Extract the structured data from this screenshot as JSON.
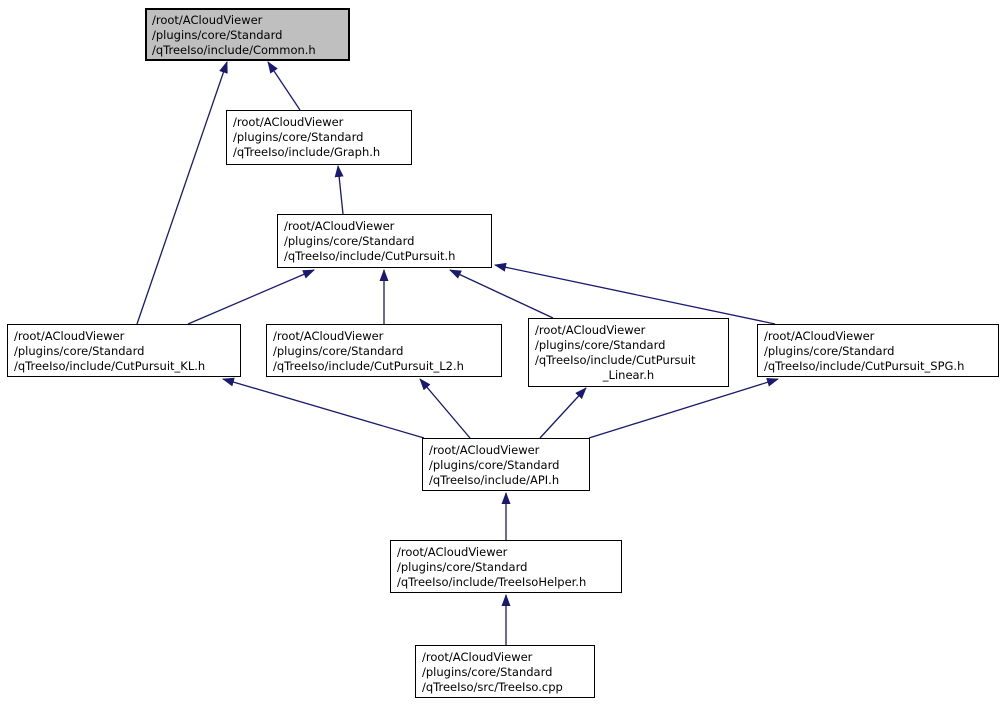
{
  "graph": {
    "type": "include-dependency-graph",
    "edge_color": "#191970",
    "node_border_color": "#000000",
    "node_fill": "#ffffff",
    "highlight_fill": "#bfbfbf",
    "nodes": [
      {
        "id": "common-h",
        "highlighted": true,
        "lines": [
          "/root/ACloudViewer",
          "/plugins/core/Standard",
          "/qTreeIso/include/Common.h"
        ]
      },
      {
        "id": "graph-h",
        "highlighted": false,
        "lines": [
          "/root/ACloudViewer",
          "/plugins/core/Standard",
          "/qTreeIso/include/Graph.h"
        ]
      },
      {
        "id": "cutpursuit-h",
        "highlighted": false,
        "lines": [
          "/root/ACloudViewer",
          "/plugins/core/Standard",
          "/qTreeIso/include/CutPursuit.h"
        ]
      },
      {
        "id": "cutpursuit-kl-h",
        "highlighted": false,
        "lines": [
          "/root/ACloudViewer",
          "/plugins/core/Standard",
          "/qTreeIso/include/CutPursuit_KL.h"
        ]
      },
      {
        "id": "cutpursuit-l2-h",
        "highlighted": false,
        "lines": [
          "/root/ACloudViewer",
          "/plugins/core/Standard",
          "/qTreeIso/include/CutPursuit_L2.h"
        ]
      },
      {
        "id": "cutpursuit-linear-h",
        "highlighted": false,
        "lines": [
          "/root/ACloudViewer",
          "/plugins/core/Standard",
          "/qTreeIso/include/CutPursuit",
          "_Linear.h"
        ]
      },
      {
        "id": "cutpursuit-spg-h",
        "highlighted": false,
        "lines": [
          "/root/ACloudViewer",
          "/plugins/core/Standard",
          "/qTreeIso/include/CutPursuit_SPG.h"
        ]
      },
      {
        "id": "api-h",
        "highlighted": false,
        "lines": [
          "/root/ACloudViewer",
          "/plugins/core/Standard",
          "/qTreeIso/include/API.h"
        ]
      },
      {
        "id": "treeisohelper-h",
        "highlighted": false,
        "lines": [
          "/root/ACloudViewer",
          "/plugins/core/Standard",
          "/qTreeIso/include/TreeIsoHelper.h"
        ]
      },
      {
        "id": "treeiso-cpp",
        "highlighted": false,
        "lines": [
          "/root/ACloudViewer",
          "/plugins/core/Standard",
          "/qTreeIso/src/TreeIso.cpp"
        ]
      }
    ],
    "edges": [
      {
        "from": "graph-h",
        "to": "common-h"
      },
      {
        "from": "cutpursuit-kl-h",
        "to": "common-h"
      },
      {
        "from": "cutpursuit-h",
        "to": "graph-h"
      },
      {
        "from": "cutpursuit-kl-h",
        "to": "cutpursuit-h"
      },
      {
        "from": "cutpursuit-l2-h",
        "to": "cutpursuit-h"
      },
      {
        "from": "cutpursuit-linear-h",
        "to": "cutpursuit-h"
      },
      {
        "from": "cutpursuit-spg-h",
        "to": "cutpursuit-h"
      },
      {
        "from": "api-h",
        "to": "cutpursuit-kl-h"
      },
      {
        "from": "api-h",
        "to": "cutpursuit-l2-h"
      },
      {
        "from": "api-h",
        "to": "cutpursuit-linear-h"
      },
      {
        "from": "api-h",
        "to": "cutpursuit-spg-h"
      },
      {
        "from": "treeisohelper-h",
        "to": "api-h"
      },
      {
        "from": "treeiso-cpp",
        "to": "treeisohelper-h"
      }
    ]
  }
}
